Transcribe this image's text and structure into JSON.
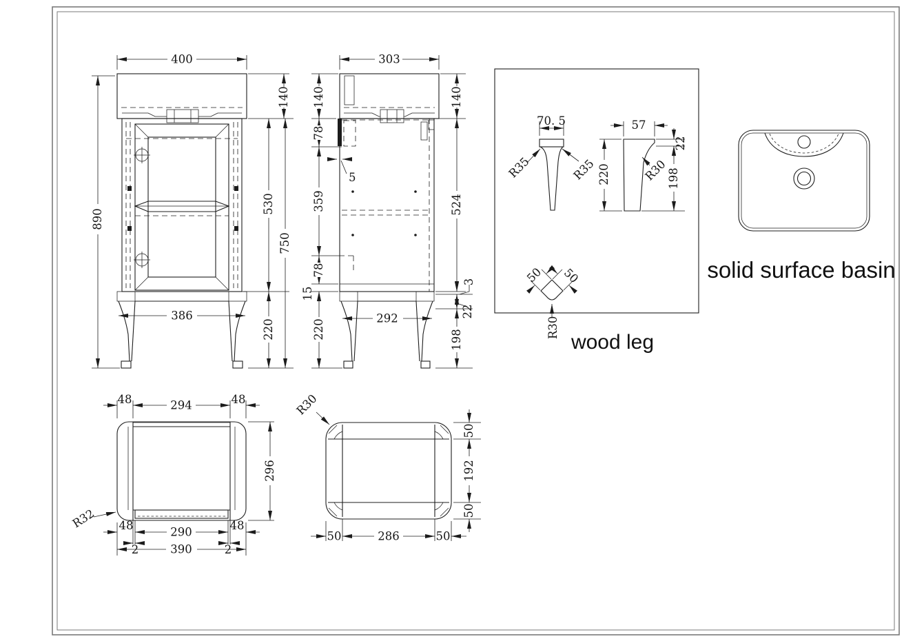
{
  "labels": {
    "wood_leg": "wood leg",
    "basin": "solid surface basin"
  },
  "front_view": {
    "width": "400",
    "basin_height": "140",
    "total_height": "890",
    "cabinet_height": "530",
    "upper_height": "750",
    "leg_span": "386",
    "leg_height": "220"
  },
  "side_view": {
    "depth": "303",
    "basin_height_left": "140",
    "basin_height_right": "140",
    "back_gap": "78",
    "thickness": "5",
    "mid_height": "359",
    "lower_gap": "78",
    "base_gap": "15",
    "leg_height": "220",
    "inner_height": "524",
    "trim": "3",
    "rail_height": "22",
    "leg_taper": "198",
    "leg_span": "292"
  },
  "leg_detail": {
    "front_width": "70. 5",
    "fillet_left": "R35",
    "fillet_right": "R35",
    "height": "220",
    "side_width": "57",
    "cap_height": "22",
    "side_fillet": "R30",
    "taper_height": "198",
    "plan_left": "50",
    "plan_right": "50",
    "plan_fillet": "R30"
  },
  "top_view": {
    "top_left": "48",
    "top_middle": "294",
    "top_right": "48",
    "depth": "296",
    "corner_radius": "R32",
    "bottom_left": "48",
    "bottom_middle": "290",
    "bottom_right": "48",
    "offset_left": "2",
    "offset_right": "2",
    "total_width": "390"
  },
  "base_plan": {
    "corner_radius": "R30",
    "right_top": "50",
    "right_middle": "192",
    "right_bottom": "50",
    "bottom_left": "50",
    "bottom_middle": "286",
    "bottom_right": "50"
  }
}
